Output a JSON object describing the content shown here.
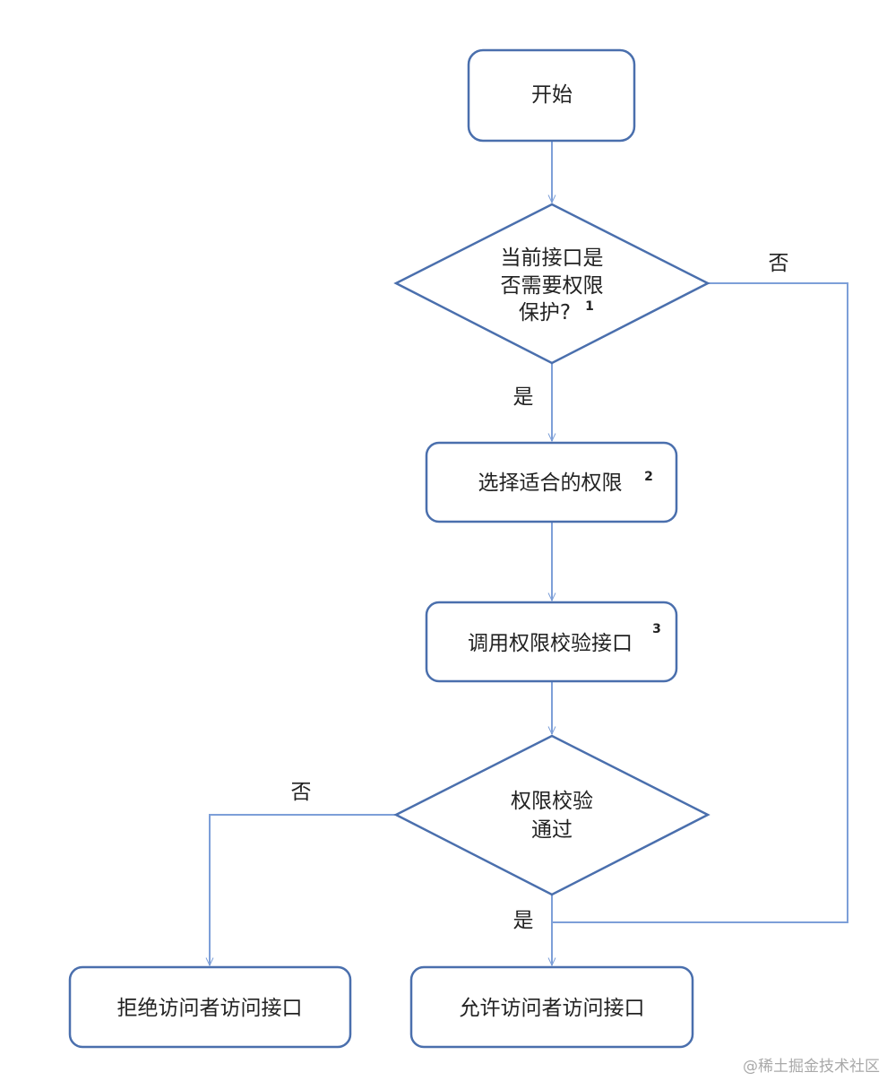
{
  "colors": {
    "node_stroke": "#4a6fad",
    "edge_stroke": "#7d9fd8",
    "background": "#ffffff"
  },
  "nodes": {
    "start": {
      "text": "开始"
    },
    "decision_protect": {
      "line1": "当前接口是",
      "line2": "否需要权限",
      "line3": "保护?",
      "sup": "1"
    },
    "select_permission": {
      "text": "选择适合的权限",
      "sup": "2"
    },
    "call_check": {
      "text": "调用权限校验接口",
      "sup": "3"
    },
    "decision_pass": {
      "line1": "权限校验",
      "line2": "通过"
    },
    "deny": {
      "text": "拒绝访问者访问接口"
    },
    "allow": {
      "text": "允许访问者访问接口"
    }
  },
  "edge_labels": {
    "protect_no": "否",
    "protect_yes": "是",
    "pass_no": "否",
    "pass_yes": "是"
  },
  "watermark": "@稀土掘金技术社区"
}
